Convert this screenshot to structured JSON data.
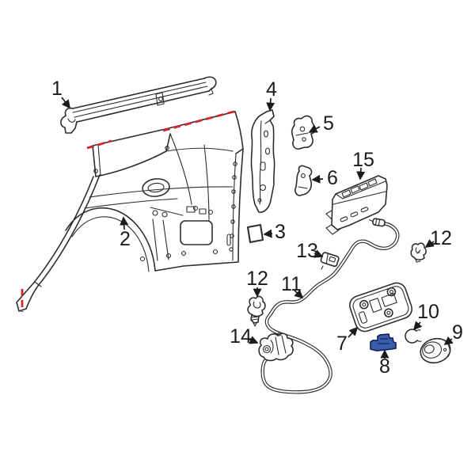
{
  "figure": {
    "type": "exploded-parts-diagram",
    "background": "#ffffff",
    "line_color": "#2d2d2f",
    "cut_line_color": "#d4232a",
    "highlight_fill": "#3a5dab",
    "highlight_stroke": "#16265e",
    "highlighted_callout": "8",
    "callout_count": 16
  },
  "callouts": {
    "c1": {
      "label": "1"
    },
    "c2": {
      "label": "2"
    },
    "c3": {
      "label": "3"
    },
    "c4": {
      "label": "4"
    },
    "c5": {
      "label": "5"
    },
    "c6": {
      "label": "6"
    },
    "c7": {
      "label": "7"
    },
    "c8": {
      "label": "8"
    },
    "c9": {
      "label": "9"
    },
    "c10": {
      "label": "10"
    },
    "c11": {
      "label": "11"
    },
    "c12a": {
      "label": "12"
    },
    "c12b": {
      "label": "12"
    },
    "c13": {
      "label": "13"
    },
    "c14": {
      "label": "14"
    },
    "c15": {
      "label": "15"
    }
  }
}
